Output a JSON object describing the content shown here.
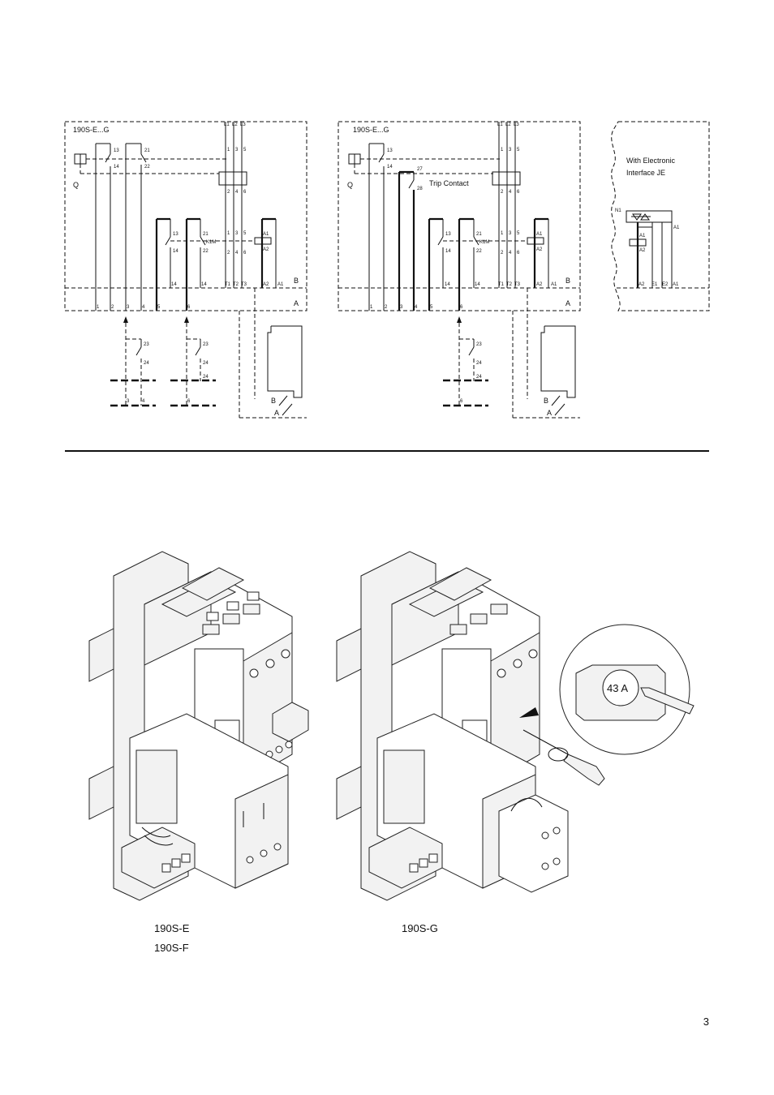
{
  "page_number": "3",
  "diagram_left": {
    "title": "190S-E...G",
    "q": "Q",
    "label_b": "B",
    "label_a": "A",
    "phases": [
      "L1",
      "L2",
      "L3"
    ],
    "main_top": [
      "1",
      "3",
      "5"
    ],
    "main_bottom": [
      "2",
      "4",
      "6"
    ],
    "aux1": [
      "13",
      "14"
    ],
    "aux2": [
      "21",
      "22"
    ],
    "cont_top": [
      "1",
      "3",
      "5"
    ],
    "cont_bottom": [
      "2",
      "4",
      "6"
    ],
    "k1m": "K1M",
    "k_13": "13",
    "k_14": "14",
    "k_21": "21",
    "k_22": "22",
    "coil_a1": "A1",
    "coil_a2": "A2",
    "row_b": [
      "14",
      "14",
      "T1",
      "T2",
      "T3",
      "A2",
      "A1"
    ],
    "row_a": [
      "1",
      "2",
      "3",
      "4",
      "5",
      "6"
    ],
    "pb": [
      "23",
      "24"
    ],
    "pb2": [
      "23",
      "24",
      "24"
    ],
    "ext_bottom1": [
      "3",
      "4"
    ],
    "ext_bottom2": [
      "6"
    ],
    "conn_b": "B",
    "conn_a": "A"
  },
  "diagram_right": {
    "title": "190S-E...G",
    "q": "Q",
    "trip_contact": "Trip Contact",
    "aux1": [
      "13",
      "14"
    ],
    "aux_trip": [
      "27",
      "28"
    ],
    "label_b": "B",
    "label_a": "A",
    "phases": [
      "L1",
      "L2",
      "L3"
    ],
    "main_top": [
      "1",
      "3",
      "5"
    ],
    "main_bottom": [
      "2",
      "4",
      "6"
    ],
    "cont_top": [
      "1",
      "3",
      "5"
    ],
    "cont_bottom": [
      "2",
      "4",
      "6"
    ],
    "k1m": "K1M",
    "k_13": "13",
    "k_14": "14",
    "k_21": "21",
    "k_22": "22",
    "coil_a1": "A1",
    "coil_a2": "A2",
    "row_b": [
      "14",
      "14",
      "T1",
      "T2",
      "T3",
      "A2",
      "A1"
    ],
    "row_a": [
      "1",
      "2",
      "3",
      "4",
      "5",
      "6"
    ],
    "pb2": [
      "23",
      "24",
      "24"
    ],
    "ext_bottom2": [
      "6"
    ],
    "conn_b": "B",
    "conn_a": "A"
  },
  "interface": {
    "title_line1": "With Electronic",
    "title_line2": "Interface JE",
    "n1": "N1",
    "a1": "A1",
    "a2": "A2",
    "a1b": "A1",
    "row": [
      "A2",
      "E1",
      "E2",
      "A1"
    ]
  },
  "illustrations": {
    "left_caption_1": "190S-E",
    "left_caption_2": "190S-F",
    "right_caption": "190S-G",
    "zoom_label": "43 A"
  }
}
